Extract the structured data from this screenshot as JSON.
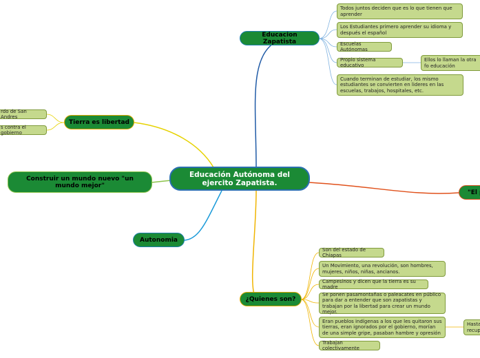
{
  "central": "Educación Autónoma del ejercito Zapatista.",
  "branches": {
    "educacion": "Educacion Zapatista",
    "tierra": "Tierra es libertad",
    "construir": "Construir un mundo nuevo \"un mundo mejor\"",
    "autonomia": "Autonomia",
    "quienes": "¿Quienes son?",
    "el_p": "\"El p"
  },
  "educacion_leaves": [
    "Todos juntos deciden que es lo que tienen que aprender",
    "Los Estudiantes primero aprender su idioma y después el español",
    "Escuelas Autónomas",
    "Propio sistema educativo",
    "Cuando terminan de estudiar, los mismo estudiantes se convierten en lideres en las escuelas, trabajos, hospitales, etc."
  ],
  "educacion_sub": "Ellos lo llaman la otra fo educación",
  "tierra_leaves": [
    "rdo de San Andres",
    "s contra el gobierno"
  ],
  "quienes_leaves": [
    "Son del estado de Chiapas",
    "Un Movimiento, una revolución, son hombres, mujeres, niños, niñas, ancianos.",
    "Campesinos y dicen que la tierra es su madre",
    "Se ponen pasamontañas o paleacates en público para dar a entender que son zapatistas y trabajan por la libertad para crear un mundo mejor.",
    "Eran pueblos indígenas a los que les quitaron sus tierras, eran ignorados por el gobierno, morían de una simple gripe, pasaban hambre y opresión",
    "Trabajan colectivamente"
  ],
  "quienes_sub": "Hasta recupe"
}
